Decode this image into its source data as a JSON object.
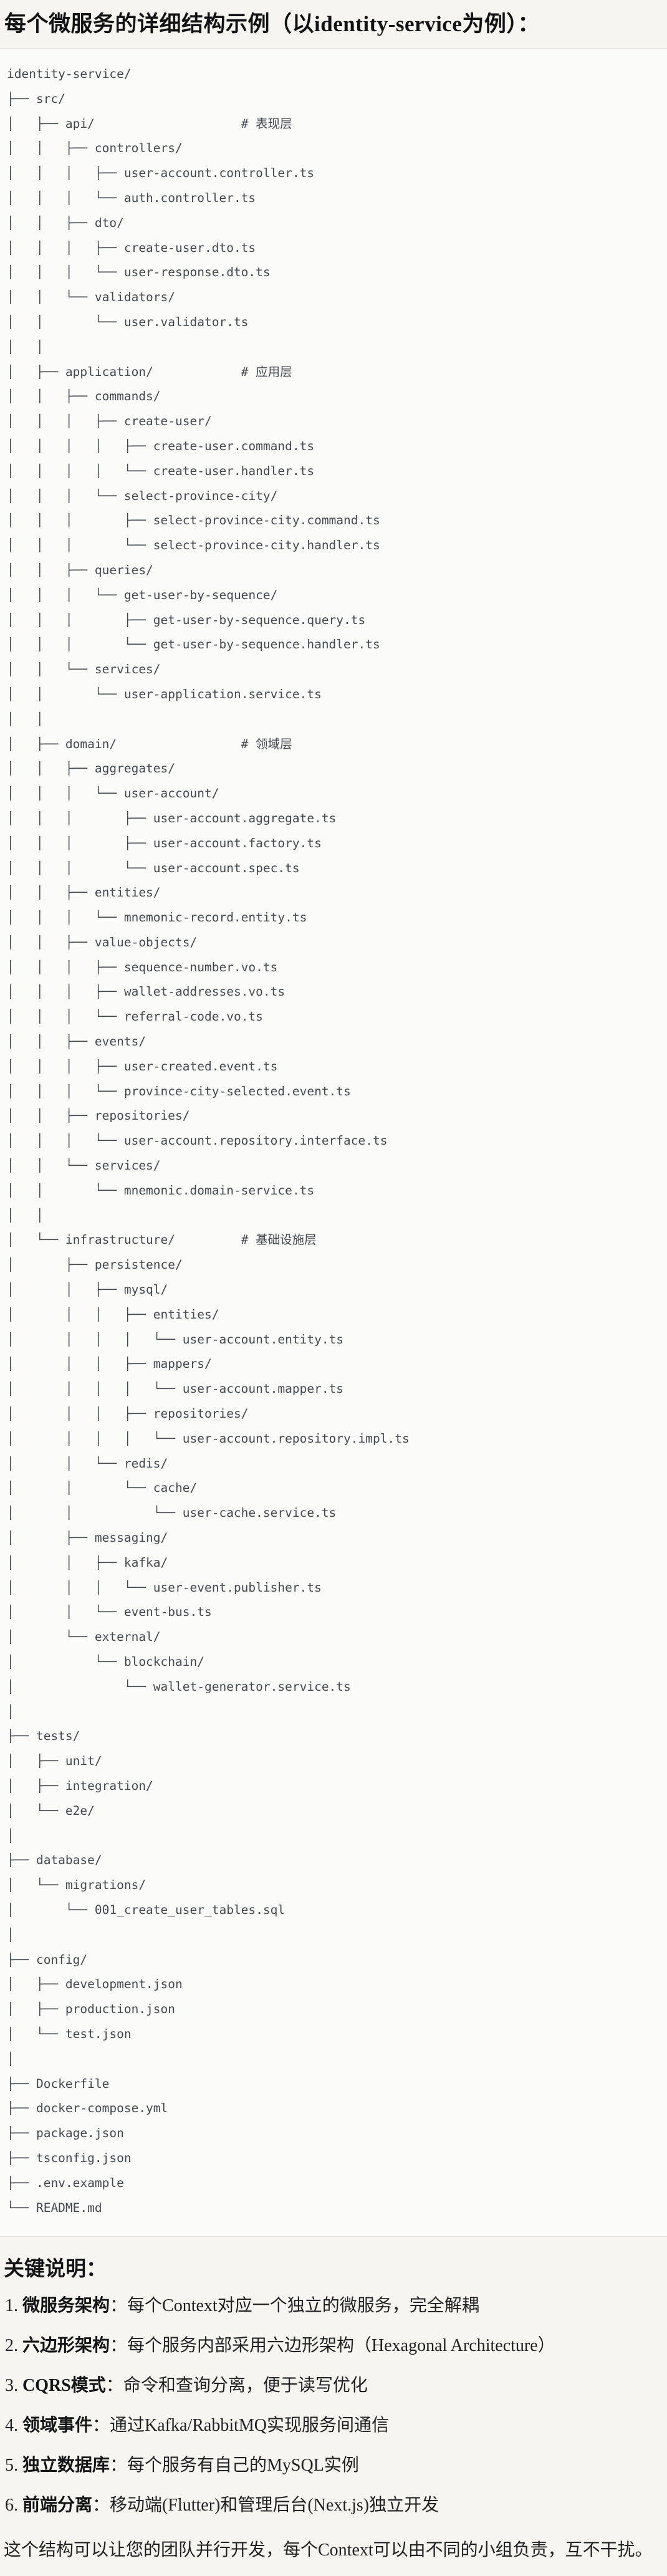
{
  "page": {
    "title": "每个微服务的详细结构示例（以identity-service为例）："
  },
  "tree": {
    "lines": [
      "identity-service/",
      "├── src/",
      "│   ├── api/                    # 表现层",
      "│   │   ├── controllers/",
      "│   │   │   ├── user-account.controller.ts",
      "│   │   │   └── auth.controller.ts",
      "│   │   ├── dto/",
      "│   │   │   ├── create-user.dto.ts",
      "│   │   │   └── user-response.dto.ts",
      "│   │   └── validators/",
      "│   │       └── user.validator.ts",
      "│   │",
      "│   ├── application/            # 应用层",
      "│   │   ├── commands/",
      "│   │   │   ├── create-user/",
      "│   │   │   │   ├── create-user.command.ts",
      "│   │   │   │   └── create-user.handler.ts",
      "│   │   │   └── select-province-city/",
      "│   │   │       ├── select-province-city.command.ts",
      "│   │   │       └── select-province-city.handler.ts",
      "│   │   ├── queries/",
      "│   │   │   └── get-user-by-sequence/",
      "│   │   │       ├── get-user-by-sequence.query.ts",
      "│   │   │       └── get-user-by-sequence.handler.ts",
      "│   │   └── services/",
      "│   │       └── user-application.service.ts",
      "│   │",
      "│   ├── domain/                 # 领域层",
      "│   │   ├── aggregates/",
      "│   │   │   └── user-account/",
      "│   │   │       ├── user-account.aggregate.ts",
      "│   │   │       ├── user-account.factory.ts",
      "│   │   │       └── user-account.spec.ts",
      "│   │   ├── entities/",
      "│   │   │   └── mnemonic-record.entity.ts",
      "│   │   ├── value-objects/",
      "│   │   │   ├── sequence-number.vo.ts",
      "│   │   │   ├── wallet-addresses.vo.ts",
      "│   │   │   └── referral-code.vo.ts",
      "│   │   ├── events/",
      "│   │   │   ├── user-created.event.ts",
      "│   │   │   └── province-city-selected.event.ts",
      "│   │   ├── repositories/",
      "│   │   │   └── user-account.repository.interface.ts",
      "│   │   └── services/",
      "│   │       └── mnemonic.domain-service.ts",
      "│   │",
      "│   └── infrastructure/         # 基础设施层",
      "│       ├── persistence/",
      "│       │   ├── mysql/",
      "│       │   │   ├── entities/",
      "│       │   │   │   └── user-account.entity.ts",
      "│       │   │   ├── mappers/",
      "│       │   │   │   └── user-account.mapper.ts",
      "│       │   │   ├── repositories/",
      "│       │   │   │   └── user-account.repository.impl.ts",
      "│       │   └── redis/",
      "│       │       └── cache/",
      "│       │           └── user-cache.service.ts",
      "│       ├── messaging/",
      "│       │   ├── kafka/",
      "│       │   │   └── user-event.publisher.ts",
      "│       │   └── event-bus.ts",
      "│       └── external/",
      "│           └── blockchain/",
      "│               └── wallet-generator.service.ts",
      "│",
      "├── tests/",
      "│   ├── unit/",
      "│   ├── integration/",
      "│   └── e2e/",
      "│",
      "├── database/",
      "│   └── migrations/",
      "│       └── 001_create_user_tables.sql",
      "│",
      "├── config/",
      "│   ├── development.json",
      "│   ├── production.json",
      "│   └── test.json",
      "│",
      "├── Dockerfile",
      "├── docker-compose.yml",
      "├── package.json",
      "├── tsconfig.json",
      "├── .env.example",
      "└── README.md"
    ]
  },
  "notes": {
    "heading": "关键说明：",
    "items": [
      {
        "num": "1.",
        "label": "微服务架构",
        "sep": "：",
        "desc": "每个Context对应一个独立的微服务，完全解耦"
      },
      {
        "num": "2.",
        "label": "六边形架构",
        "sep": "：",
        "desc": "每个服务内部采用六边形架构（Hexagonal Architecture）"
      },
      {
        "num": "3.",
        "label": "CQRS模式",
        "sep": "：",
        "desc": "命令和查询分离，便于读写优化"
      },
      {
        "num": "4.",
        "label": "领域事件",
        "sep": "：",
        "desc": "通过Kafka/RabbitMQ实现服务间通信"
      },
      {
        "num": "5.",
        "label": "独立数据库",
        "sep": "：",
        "desc": "每个服务有自己的MySQL实例"
      },
      {
        "num": "6.",
        "label": "前端分离",
        "sep": "：",
        "desc": "移动端(Flutter)和管理后台(Next.js)独立开发"
      }
    ],
    "footer": "这个结构可以让您的团队并行开发，每个Context可以由不同的小组负责，互不干扰。"
  },
  "colors": {
    "page_background": "#f6f5f0",
    "code_background": "#fbfbf9",
    "divider": "#e2e0d8",
    "tree_text": "#43494f",
    "body_text": "#1f2022"
  }
}
